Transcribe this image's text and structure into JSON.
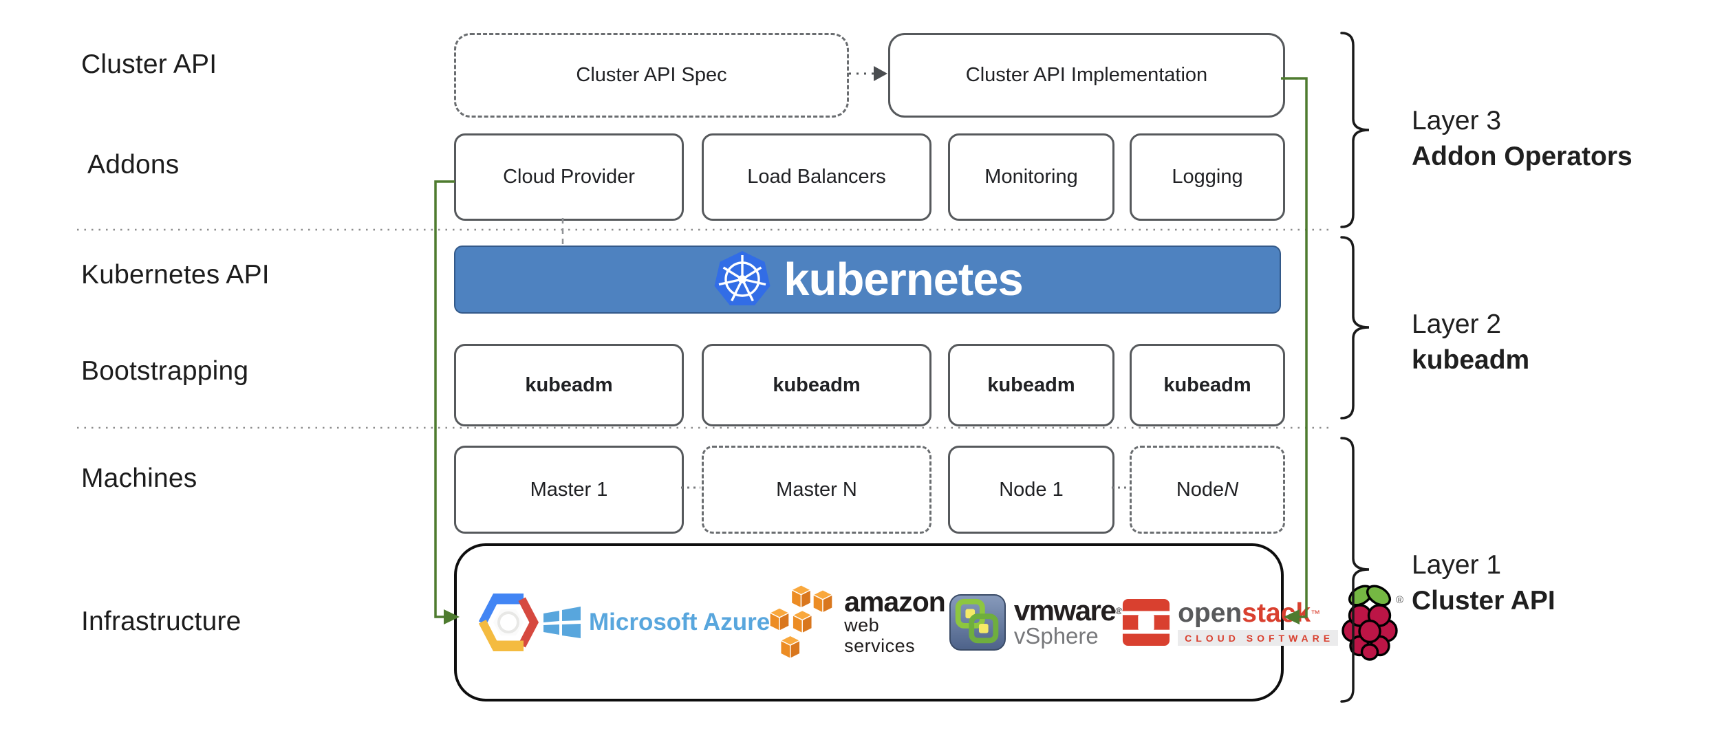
{
  "row_labels": {
    "cluster_api": "Cluster API",
    "addons": "Addons",
    "kubernetes_api": "Kubernetes API",
    "bootstrapping": "Bootstrapping",
    "machines": "Machines",
    "infrastructure": "Infrastructure"
  },
  "cluster_api_row": {
    "spec": "Cluster API Spec",
    "implementation": "Cluster API Implementation"
  },
  "addons_row": {
    "items": [
      "Cloud Provider",
      "Load Balancers",
      "Monitoring",
      "Logging"
    ]
  },
  "kubernetes_banner": {
    "wordmark": "kubernetes"
  },
  "bootstrapping_row": {
    "items": [
      "kubeadm",
      "kubeadm",
      "kubeadm",
      "kubeadm"
    ]
  },
  "machines_row": {
    "items": [
      {
        "text": "Master 1",
        "style": "solid"
      },
      {
        "text": "Master N",
        "style": "dashed"
      },
      {
        "text": "Node 1",
        "style": "solid"
      },
      {
        "text": "Node ",
        "suffix": "N",
        "style": "dashed"
      }
    ]
  },
  "infrastructure_row": {
    "logos": [
      {
        "name": "google-cloud-platform"
      },
      {
        "name": "microsoft-azure",
        "text": "Microsoft Azure"
      },
      {
        "name": "amazon-web-services",
        "text_primary": "amazon",
        "text_secondary": "web services"
      },
      {
        "name": "vmware-vsphere",
        "text_primary": "vmware",
        "trademark": "®",
        "text_secondary": "vSphere"
      },
      {
        "name": "openstack",
        "text_open": "open",
        "text_stack": "stack",
        "trademark": "™",
        "tagline": "CLOUD SOFTWARE"
      },
      {
        "name": "raspberry-pi",
        "trademark": "®"
      }
    ]
  },
  "layer_brackets": [
    {
      "title": "Layer 3",
      "subtitle": "Addon Operators"
    },
    {
      "title": "Layer 2",
      "subtitle": "kubeadm"
    },
    {
      "title": "Layer 1",
      "subtitle": "Cluster API"
    }
  ],
  "colors": {
    "banner_blue": "#4e82c0",
    "k8s_logo_blue": "#326de6",
    "connector_green": "#4e7b2f",
    "box_border_grey": "#56595c",
    "azure_blue": "#58a6dd",
    "aws_orange": "#ec8c24",
    "openstack_red": "#d9402f",
    "raspberry_crimson": "#bc1546",
    "leaf_green": "#75b843"
  }
}
